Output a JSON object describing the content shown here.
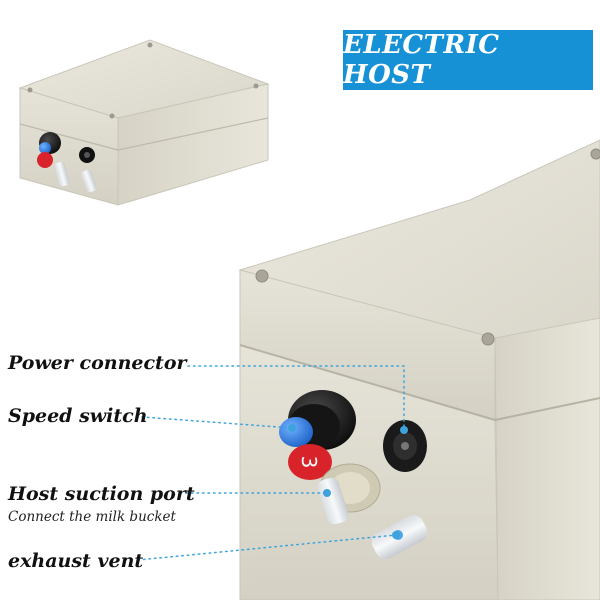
{
  "banner": {
    "title": "ELECTRIC HOST"
  },
  "callouts": {
    "power_connector": "Power connector",
    "speed_switch": "Speed switch",
    "host_suction_port": "Host suction port",
    "host_suction_port_note": "Connect the milk bucket",
    "exhaust_vent": "exhaust vent"
  },
  "knob_number": "3",
  "colors": {
    "banner": "#1691d6",
    "housing": "#e4e1d5",
    "leader_line": "#3ea3dd",
    "knob_cap": "#2f7fe0",
    "badge": "#d8232a"
  }
}
